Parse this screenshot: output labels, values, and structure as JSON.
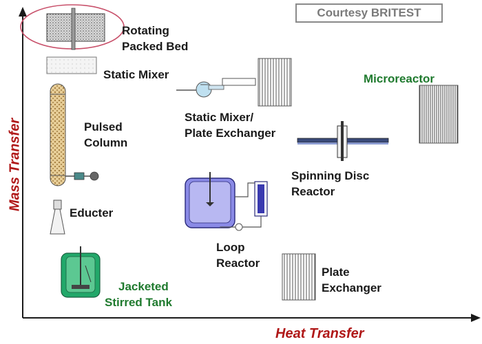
{
  "courtesy": "Courtesy BRITEST",
  "axes": {
    "x_title": "Heat Transfer",
    "y_title": "Mass Transfer",
    "axis_color": "#1a1a1a",
    "title_color": "#b01818"
  },
  "labels": {
    "rotating_packed_bed": [
      "Rotating",
      "Packed Bed"
    ],
    "static_mixer": "Static Mixer",
    "pulsed_column": [
      "Pulsed",
      "Column"
    ],
    "educter": "Educter",
    "jacketed_stirred_tank": [
      "Jacketed",
      "Stirred Tank"
    ],
    "static_mixer_plate_exchanger": [
      "Static Mixer/",
      "Plate Exchanger"
    ],
    "microreactor": "Microreactor",
    "spinning_disc_reactor": [
      "Spinning Disc",
      "Reactor"
    ],
    "loop_reactor": [
      "Loop",
      "Reactor"
    ],
    "plate_exchanger": [
      "Plate",
      "Exchanger"
    ]
  },
  "colors": {
    "highlight_ellipse": "#c8506a",
    "green_label": "#1f7a2e",
    "tank_fill": "#22a86a",
    "loop_reactor_fill": "#8a8ae6",
    "disc_shaft": "#3a4a7a"
  },
  "icons": [
    "rotating-packed-bed-icon",
    "static-mixer-icon",
    "pulsed-column-icon",
    "educter-icon",
    "jacketed-stirred-tank-icon",
    "static-mixer-plate-exchanger-icon",
    "microreactor-icon",
    "spinning-disc-reactor-icon",
    "loop-reactor-icon",
    "plate-exchanger-icon"
  ]
}
